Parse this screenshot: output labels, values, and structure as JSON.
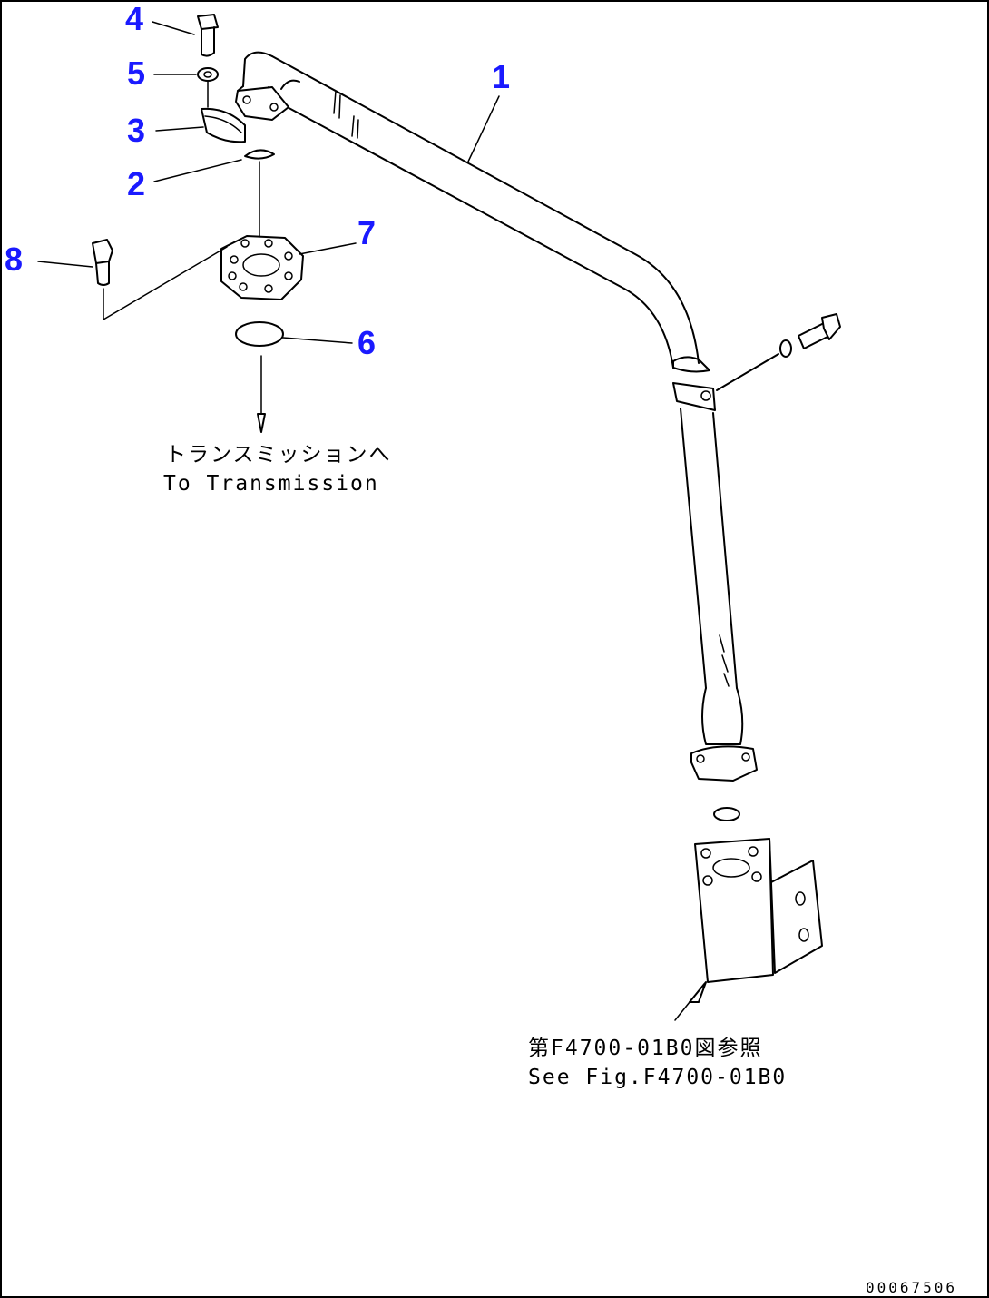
{
  "callouts": [
    "1",
    "2",
    "3",
    "4",
    "5",
    "6",
    "7",
    "8"
  ],
  "notes": {
    "transmission_jp": "トランスミッションへ",
    "transmission_en": "To Transmission",
    "reference_jp": "第F4700-01B0図参照",
    "reference_en": "See Fig.F4700-01B0"
  },
  "figure_id": "00067506",
  "colors": {
    "callout": "#1a1aff",
    "line": "#000000",
    "background": "#ffffff"
  }
}
